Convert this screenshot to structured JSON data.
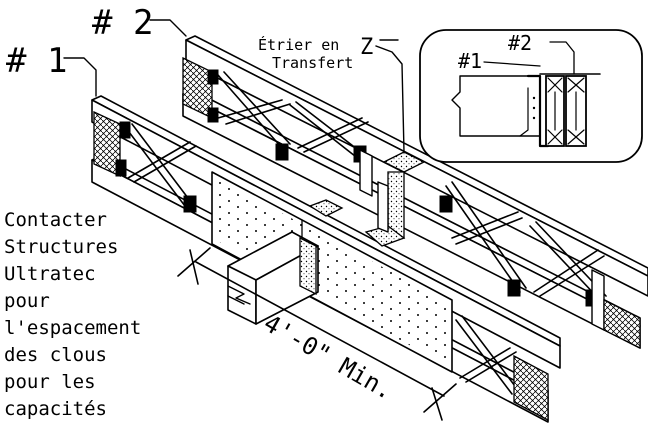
{
  "labels": {
    "joist_1": "# 1",
    "joist_2": "# 2",
    "hanger_line1": "Étrier en",
    "hanger_line2": "Transfert",
    "hanger_letter": "Z",
    "detail_1": "#1",
    "detail_2": "#2",
    "dimension": "4'-0\" Min."
  },
  "note": {
    "lines": [
      "Contacter",
      "Structures",
      "Ultratec",
      "pour",
      "l'espacement",
      "des clous",
      "pour les",
      "capacités"
    ]
  }
}
